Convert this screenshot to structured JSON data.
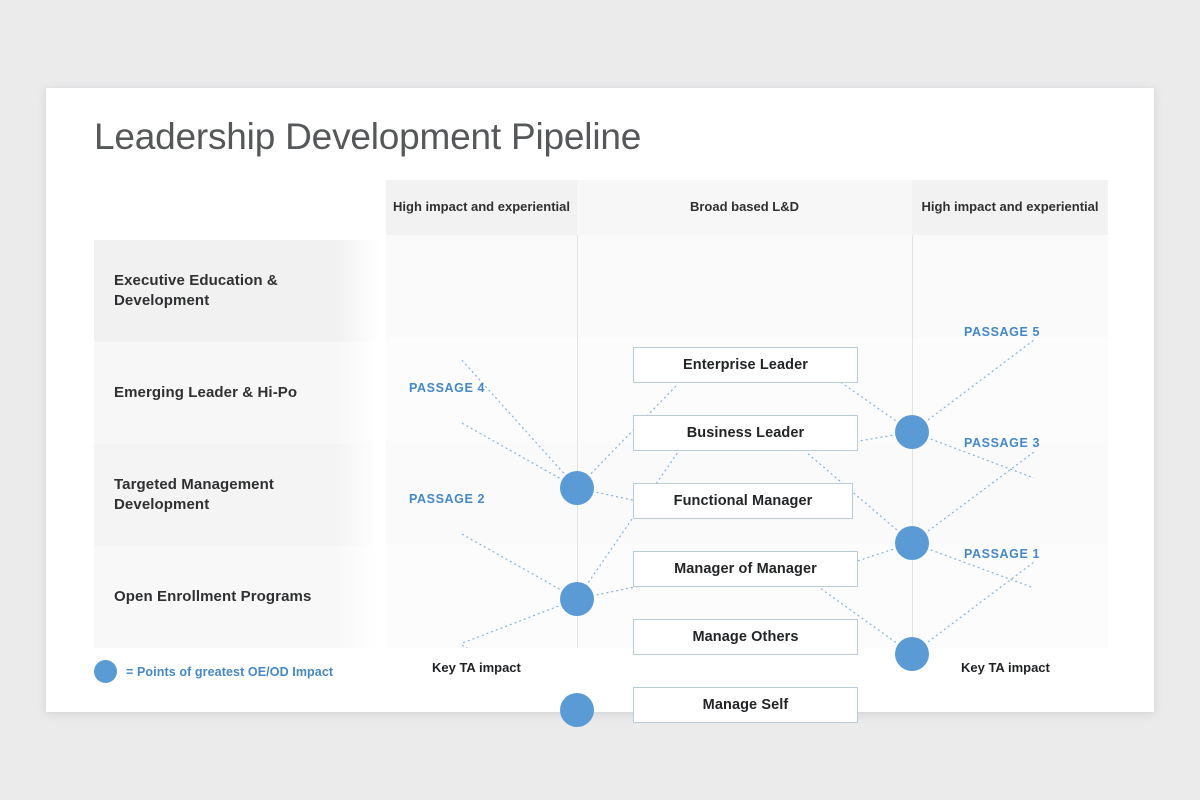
{
  "slide": {
    "title": "Leadership Development Pipeline",
    "accent_blue": "#5b9bd5",
    "label_blue": "#4488c5",
    "box_border": "#b9ccd6",
    "canvas_bg": "#ebebec",
    "card_bg": "#ffffff"
  },
  "programs": [
    {
      "label": "Executive Education & Development"
    },
    {
      "label": "Emerging Leader & Hi-Po"
    },
    {
      "label": "Targeted Management Development"
    },
    {
      "label": "Open Enrollment Programs"
    }
  ],
  "columns": [
    {
      "label": "High impact and experiential"
    },
    {
      "label": "Broad based L&D"
    },
    {
      "label": "High impact and experiential"
    }
  ],
  "roles": [
    {
      "label": "Enterprise Leader"
    },
    {
      "label": "Business Leader"
    },
    {
      "label": "Functional Manager"
    },
    {
      "label": "Manager of Manager"
    },
    {
      "label": "Manage Others"
    },
    {
      "label": "Manage Self"
    }
  ],
  "passages": [
    {
      "label": "PASSAGE 5",
      "side": "right"
    },
    {
      "label": "PASSAGE 4",
      "side": "left"
    },
    {
      "label": "PASSAGE 3",
      "side": "right"
    },
    {
      "label": "PASSAGE 2",
      "side": "left"
    },
    {
      "label": "PASSAGE 1",
      "side": "right"
    }
  ],
  "nodes": [
    {
      "side": "left",
      "index": 1
    },
    {
      "side": "left",
      "index": 2
    },
    {
      "side": "left",
      "index": 3
    },
    {
      "side": "right",
      "index": 1
    },
    {
      "side": "right",
      "index": 2
    },
    {
      "side": "right",
      "index": 3
    }
  ],
  "legend": {
    "symbol": "circle-marker",
    "text": "= Points of greatest OE/OD Impact"
  },
  "footer": {
    "left_note": "Key TA impact",
    "right_note": "Key TA impact"
  }
}
